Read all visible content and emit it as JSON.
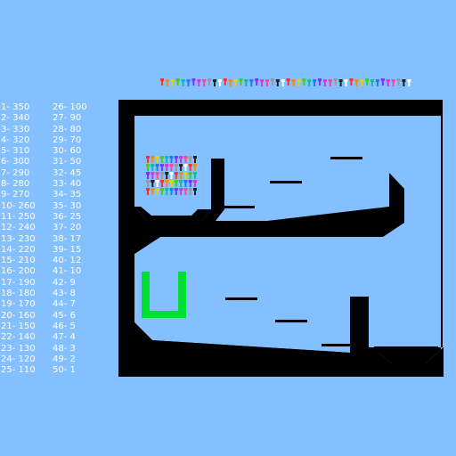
{
  "scoreboard": {
    "left": [
      "1- 350",
      "2- 340",
      "3- 330",
      "4- 320",
      "5- 310",
      "6- 300",
      "7- 290",
      "8- 280",
      "9-  270",
      "10- 260",
      "11- 250",
      "12- 240",
      "13- 230",
      "14- 220",
      "15- 210",
      "16- 200",
      "17- 190",
      "18- 180",
      "19- 170",
      "20- 160",
      "21- 150",
      "22- 140",
      "23- 130",
      "24- 120",
      "25- 110"
    ],
    "right": [
      "26- 100",
      "27- 90",
      "28- 80",
      "29- 70",
      "30- 60",
      "31- 50",
      "32- 45",
      "33- 40",
      "34- 35",
      "35- 30",
      "36- 25",
      "37- 20",
      "38- 17",
      "39- 15",
      "40- 12",
      "41- 10",
      "42- 9",
      "43- 8",
      "44- 7",
      "45- 6",
      "46- 5",
      "47- 4",
      "48- 3",
      "49- 2",
      "50- 1"
    ]
  },
  "colors": {
    "background": "#84c0ff",
    "walls": "#000000",
    "goal": "#00dd33",
    "text": "#ffffff"
  },
  "walker_colors": [
    "#ff2d2d",
    "#ff8a00",
    "#e6d200",
    "#44cc22",
    "#11bbaa",
    "#2277ff",
    "#7733ff",
    "#dd33dd",
    "#ff4499",
    "#999999",
    "#222222",
    "#ffffff"
  ]
}
